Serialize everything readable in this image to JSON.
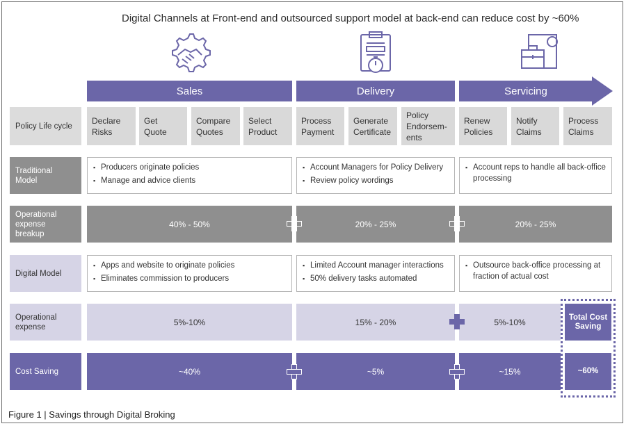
{
  "title": "Digital Channels at Front-end and outsourced support model at back-end can reduce cost by ~60%",
  "icons": [
    "handshake-gear-icon",
    "clipboard-stopwatch-icon",
    "briefcase-gear-icon"
  ],
  "phases": {
    "sales": "Sales",
    "delivery": "Delivery",
    "servicing": "Servicing"
  },
  "row_labels": {
    "lifecycle": "Policy Life cycle",
    "traditional": "Traditional Model",
    "op_breakup": "Operational expense breakup",
    "digital": "Digital Model",
    "op_expense": "Operational expense",
    "cost_saving": "Cost Saving"
  },
  "lifecycle": [
    "Declare Risks",
    "Get Quote",
    "Compare Quotes",
    "Select Product",
    "Process Payment",
    "Generate Certificate",
    "Policy Endorsem-ents",
    "Renew Policies",
    "Notify Claims",
    "Process Claims"
  ],
  "traditional": {
    "sales": [
      "Producers originate policies",
      "Manage and advice clients"
    ],
    "delivery": [
      "Account Managers for Policy Delivery",
      "Review policy wordings"
    ],
    "servicing": [
      "Account reps to handle all back-office processing"
    ]
  },
  "op_breakup": {
    "sales": "40% - 50%",
    "delivery": "20% - 25%",
    "servicing": "20% - 25%"
  },
  "digital": {
    "sales": [
      "Apps and website to originate policies",
      "Eliminates commission to producers"
    ],
    "delivery": [
      "Limited Account manager interactions",
      "50% delivery tasks automated"
    ],
    "servicing": [
      "Outsource back-office processing at fraction of actual cost"
    ]
  },
  "op_expense": {
    "sales": "5%-10%",
    "delivery": "15% - 20%",
    "servicing": "5%-10%"
  },
  "cost_saving": {
    "sales": "~40%",
    "delivery": "~5%",
    "servicing": "~15%",
    "total": "~60%"
  },
  "total_label": "Total Cost Saving",
  "caption": "Figure 1 | Savings through Digital Broking",
  "colors": {
    "purple": "#6b66a8",
    "grey": "#8f8f8f",
    "lavender": "#d6d4e6",
    "light_grey": "#d9d9d9"
  }
}
